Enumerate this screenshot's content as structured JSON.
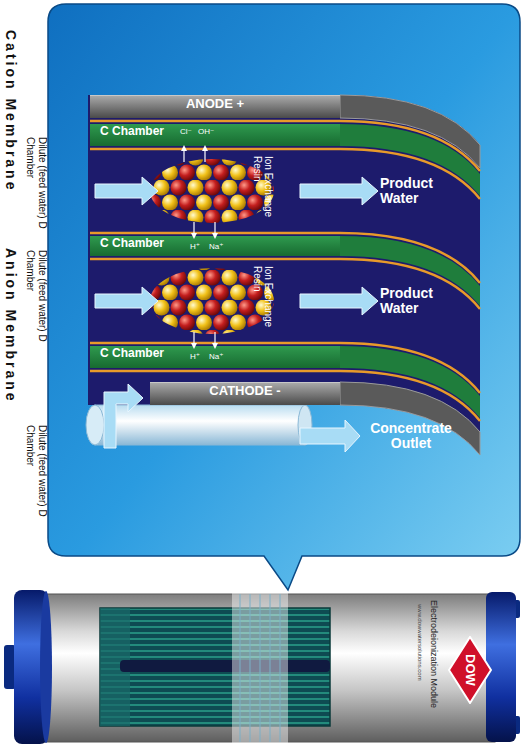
{
  "diagram": {
    "nodes": [
      {
        "text": [
          "ANODE +"
        ]
      },
      {
        "text": [
          "C Chamber"
        ]
      },
      {
        "text": [
          "Dilute (feed water) D Chamber",
          "Ion Exchange Resin"
        ]
      },
      {
        "text": [
          "C Chamber"
        ]
      },
      {
        "text": [
          "Dilute (feed water) D Chamber",
          "Ion Exchange Resin"
        ]
      },
      {
        "text": [
          "C Chamber"
        ]
      },
      {
        "text": [
          "CATHODE -"
        ]
      },
      {
        "text": [
          "Electrodeionization Module",
          "www.dowwatersolutions.com"
        ]
      },
      {
        "text": [
          "DOW"
        ],
        "in": 7
      }
    ],
    "labels": [
      "Cation Membrane",
      "Anion Membrane",
      "Cl⁻",
      "OH⁻",
      "Product Water",
      "H⁺",
      "Na⁺",
      "Product Water",
      "H⁺",
      "Na⁺",
      "Dilute (feed water) D Chamber",
      "Concentrate Outlet"
    ]
  }
}
